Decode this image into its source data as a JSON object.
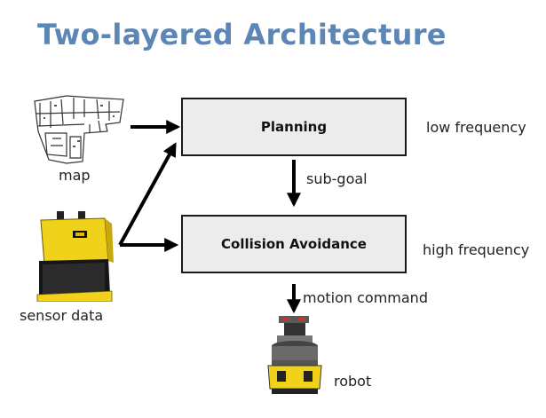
{
  "title": "Two-layered Architecture",
  "boxes": {
    "planning": "Planning",
    "collision": "Collision Avoidance"
  },
  "labels": {
    "low_freq": "low frequency",
    "high_freq": "high frequency",
    "sub_goal": "sub-goal",
    "motion_command": "motion command",
    "map": "map",
    "sensor_data": "sensor data",
    "robot": "robot"
  }
}
